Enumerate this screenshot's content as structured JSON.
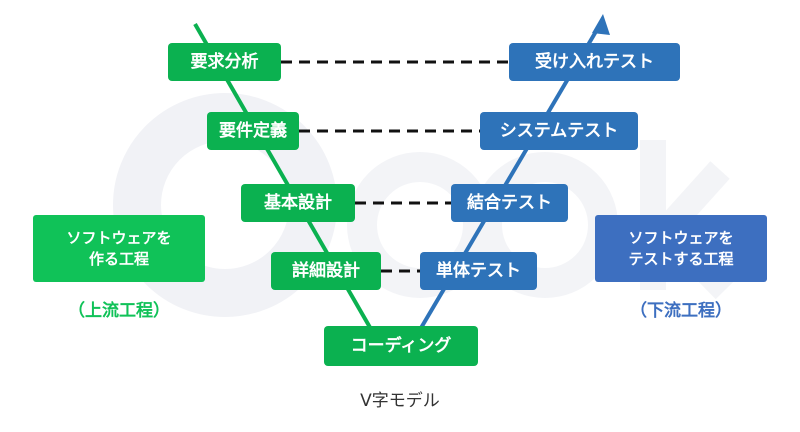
{
  "colors": {
    "green": "#0bb150",
    "blue": "#2e73b9",
    "side_green": "#10c258",
    "side_blue": "#3d6fc0",
    "dashed": "#111111",
    "watermark": "#f1f2f6"
  },
  "left_phases": [
    "要求分析",
    "要件定義",
    "基本設計",
    "詳細設計"
  ],
  "bottom_phase": "コーディング",
  "right_phases": [
    "受け入れテスト",
    "システムテスト",
    "結合テスト",
    "単体テスト"
  ],
  "left_side": {
    "box_lines": [
      "ソフトウェアを",
      "作る工程"
    ],
    "label": "（上流工程）"
  },
  "right_side": {
    "box_lines": [
      "ソフトウェアを",
      "テストする工程"
    ],
    "label": "（下流工程）"
  },
  "caption": "V字モデル"
}
